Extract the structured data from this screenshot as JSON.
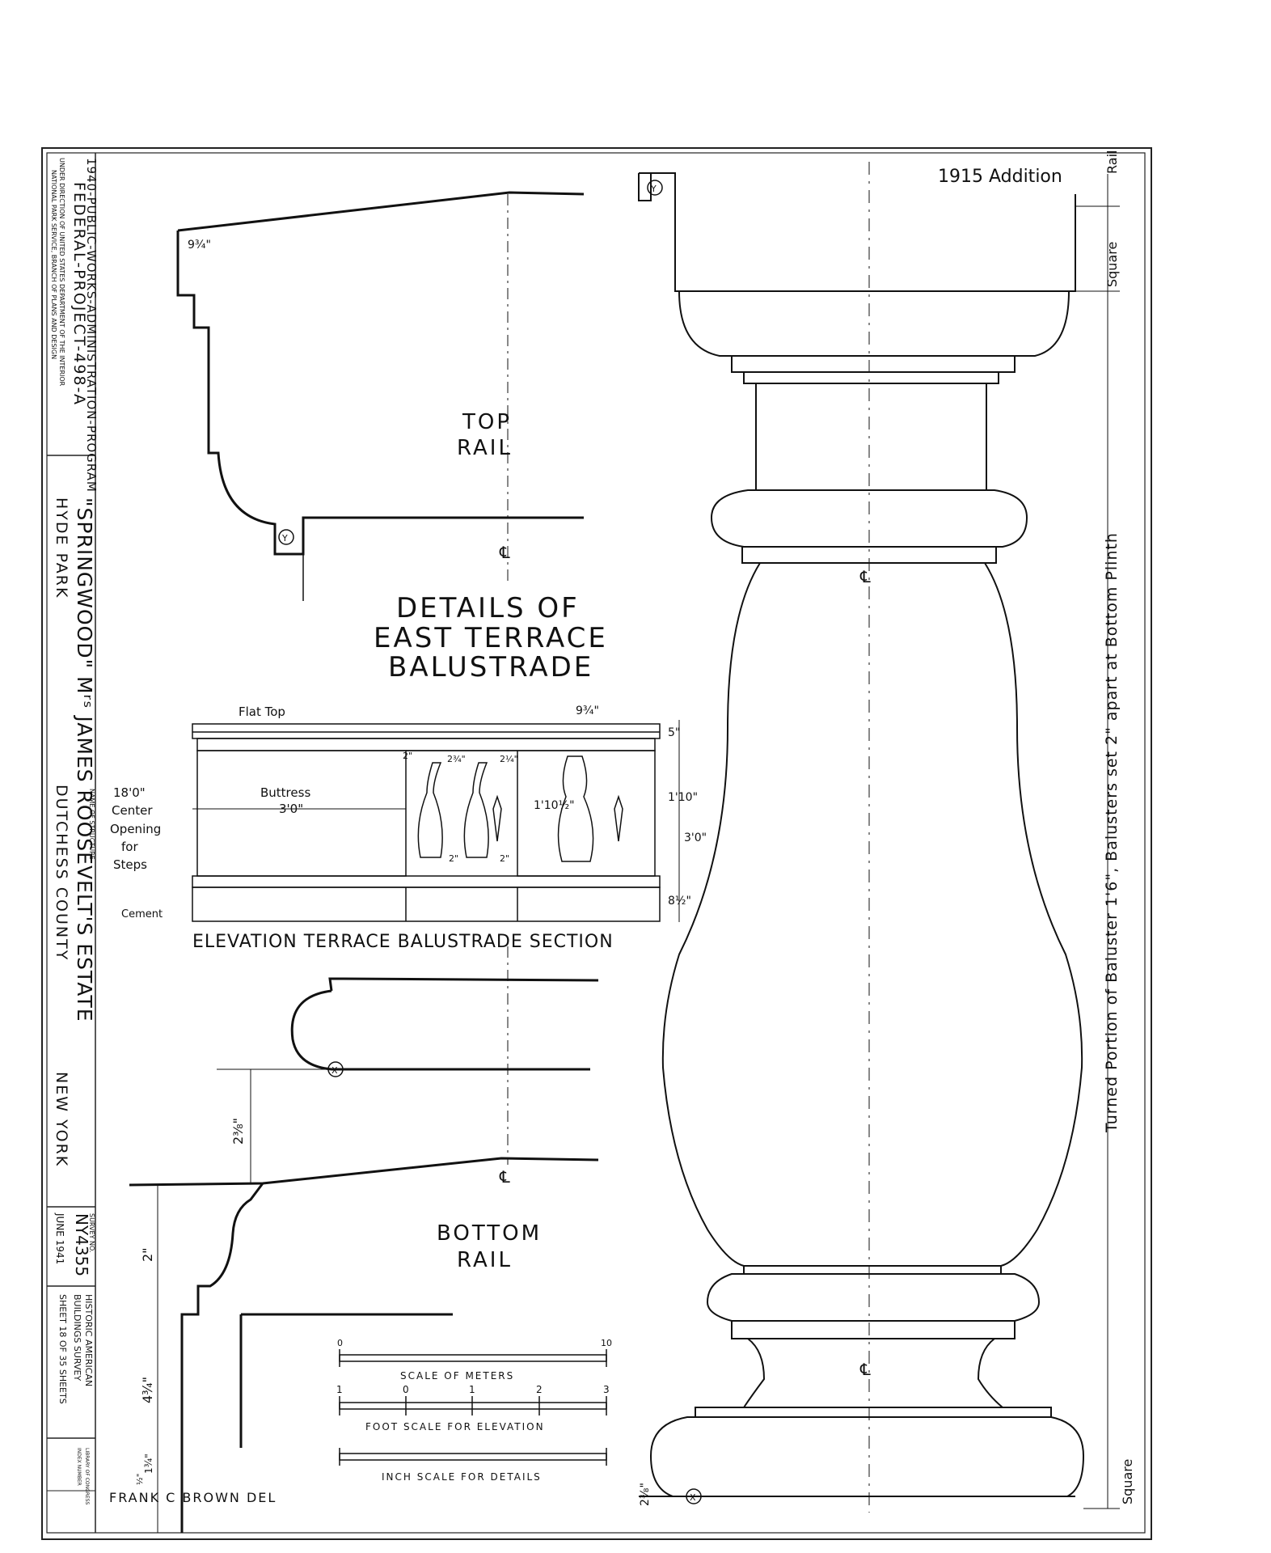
{
  "title_block": {
    "program_line1": "1940-PUBLIC-WORKS-ADMINISTRATION-PROGRAM",
    "program_line2": "FEDERAL-PROJECT-498-A",
    "program_line3": "UNDER DIRECTION OF UNITED STATES DEPARTMENT OF THE INTERIOR",
    "program_line4": "NATIONAL PARK SERVICE, BRANCH OF PLANS AND DESIGN",
    "name_caption": "NAME OF STRUCTURE",
    "structure_name": "\"SPRINGWOOD\" Mʳˢ JAMES ROOSEVELT'S ESTATE",
    "location_left": "HYDE PARK",
    "location_mid": "DUTCHESS COUNTY",
    "location_right": "NEW YORK",
    "survey_caption": "SURVEY NO.",
    "survey_no": "NY4355",
    "date": "JUNE 1941",
    "habs_line1": "HISTORIC AMERICAN",
    "habs_line2": "BUILDINGS SURVEY",
    "sheet_text": "SHEET 18 OF 35 SHEETS",
    "library_line1": "LIBRARY OF CONGRESS",
    "library_line2": "INDEX NUMBER"
  },
  "drawing": {
    "main_title_1": "DETAILS OF",
    "main_title_2": "EAST TERRACE",
    "main_title_3": "BALUSTRADE",
    "top_rail_1": "TOP",
    "top_rail_2": "RAIL",
    "bottom_rail_1": "BOTTOM",
    "bottom_rail_2": "RAIL",
    "elevation_caption": "ELEVATION TERRACE BALUSTRADE SECTION",
    "addition_label": "1915 Addition",
    "rail_label": "Rail",
    "square_top": "Square",
    "square_bottom": "Square",
    "turned_portion": "Turned Portion of Baluster 1'6\", Balusters set 2\" apart at Bottom Plinth",
    "flat_top": "Flat Top",
    "buttress_label": "Buttress",
    "buttress_dim": "3'0\"",
    "opening_1": "18'0\"",
    "opening_2": "Center",
    "opening_3": "Opening",
    "opening_4": "for",
    "opening_5": "Steps",
    "cement": "Cement",
    "dim_9_3_4_top": "9¾\"",
    "dim_9_3_4_elev": "9¾\"",
    "dim_5": "5\"",
    "dim_1_10": "1'10\"",
    "dim_3_0": "3'0\"",
    "dim_8_half": "8½\"",
    "dim_1_10_half": "1'10½\"",
    "dim_2_1": "2\"",
    "dim_2_3_4a": "2¾\"",
    "dim_2_1b": "2\"",
    "dim_2_3_4b": "2¼\"",
    "dim_2_1c": "2\"",
    "dim_2_3_8": "2⅜\"",
    "dim_2_bottom": "2\"",
    "dim_4_3_4": "4¾\"",
    "dim_1_3_4": "1¾\"",
    "dim_1_half": "½\"",
    "dim_2_3_8_b": "2⅜\"",
    "centerline": "℄",
    "key_y": "Y",
    "key_x": "X",
    "draftsman": "FRANK C BROWN DEL"
  },
  "scales": {
    "meters_label": "SCALE OF METERS",
    "meters_start": "0",
    "meters_end": "10",
    "foot_label": "FOOT SCALE FOR ELEVATION",
    "foot_ticks": [
      "1",
      "0",
      "1",
      "2",
      "3"
    ],
    "inch_label": "INCH SCALE FOR DETAILS"
  }
}
